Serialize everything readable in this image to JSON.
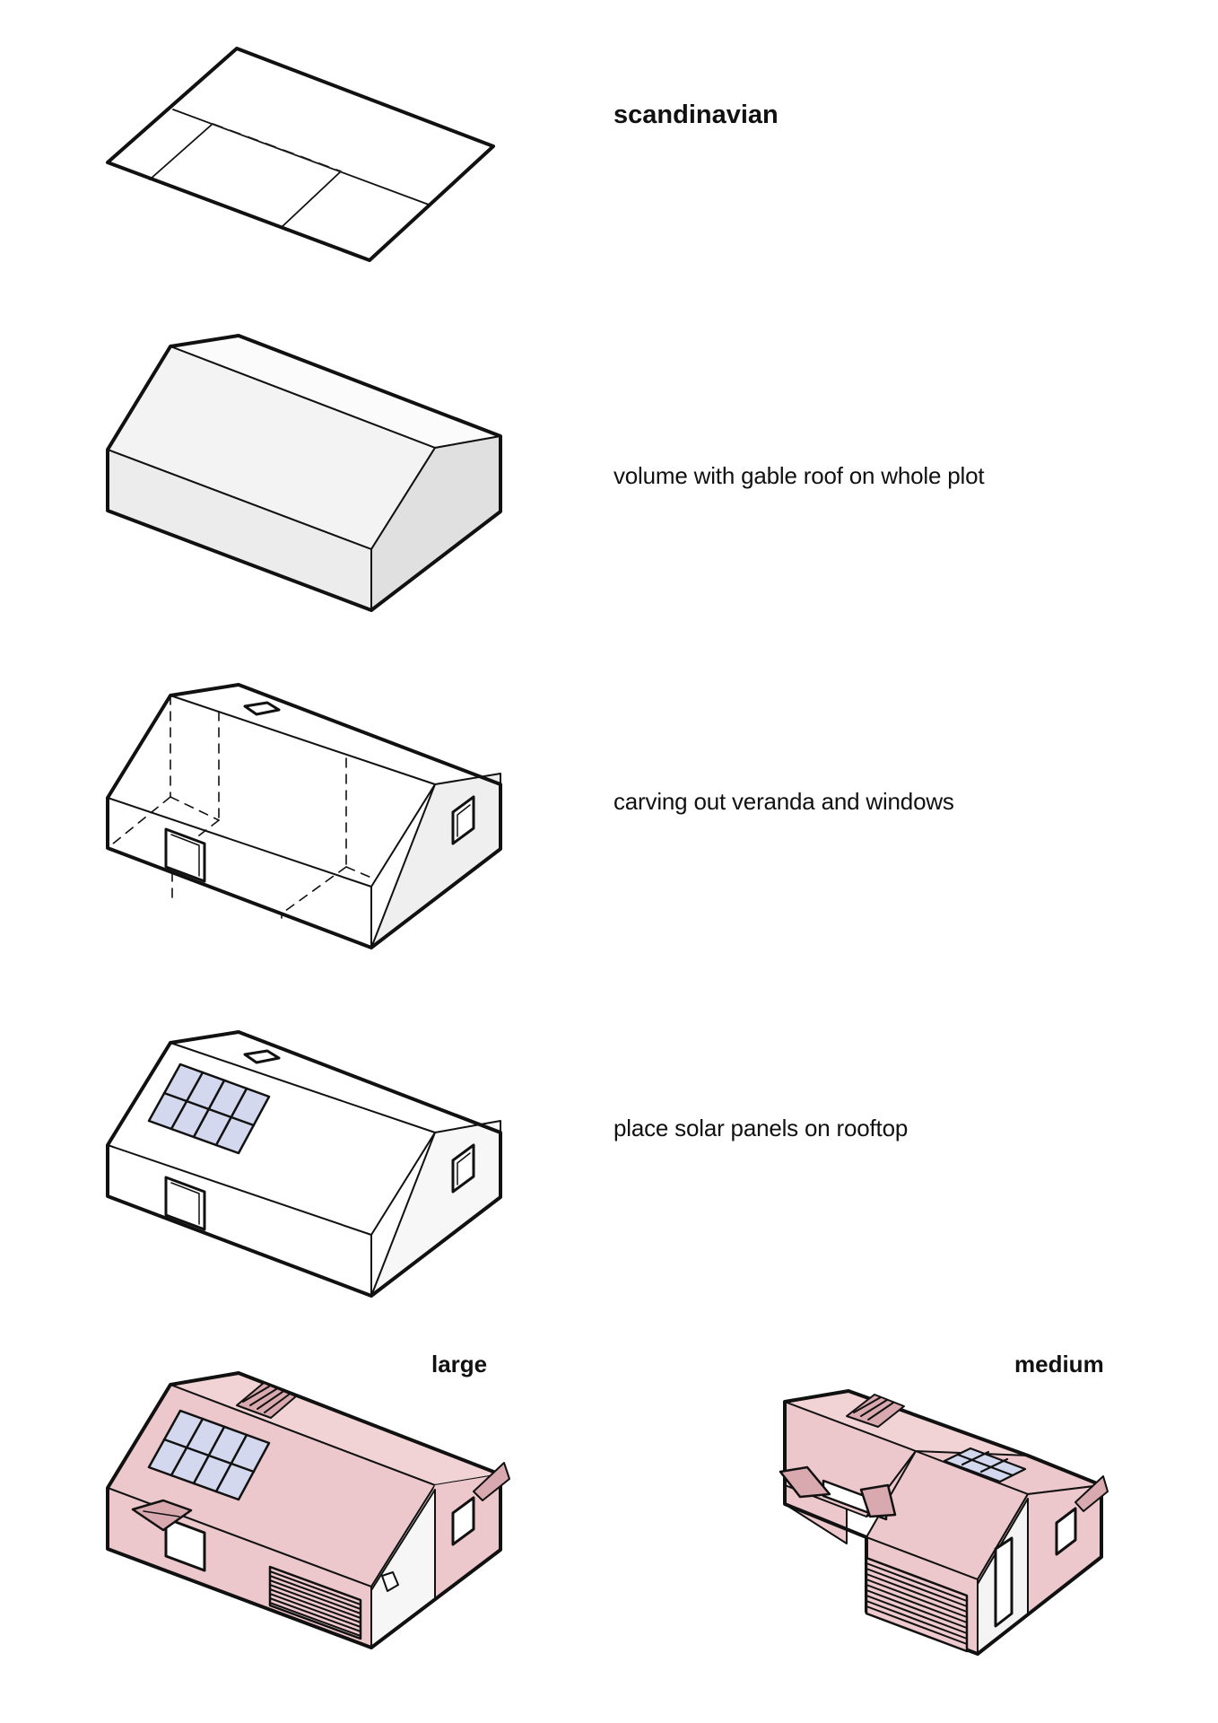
{
  "title": "scandinavian",
  "steps": [
    "volume with gable roof on whole plot",
    "carving out veranda and windows",
    "place solar panels on rooftop"
  ],
  "variants": {
    "large": "large",
    "medium": "medium"
  },
  "colors": {
    "line": "#111111",
    "pink": "#ecc7cb",
    "pink_dark": "#d9a9b0",
    "grey": "#efefef",
    "grey_dark": "#e2e2e2",
    "solar": "#d4d8ee"
  }
}
